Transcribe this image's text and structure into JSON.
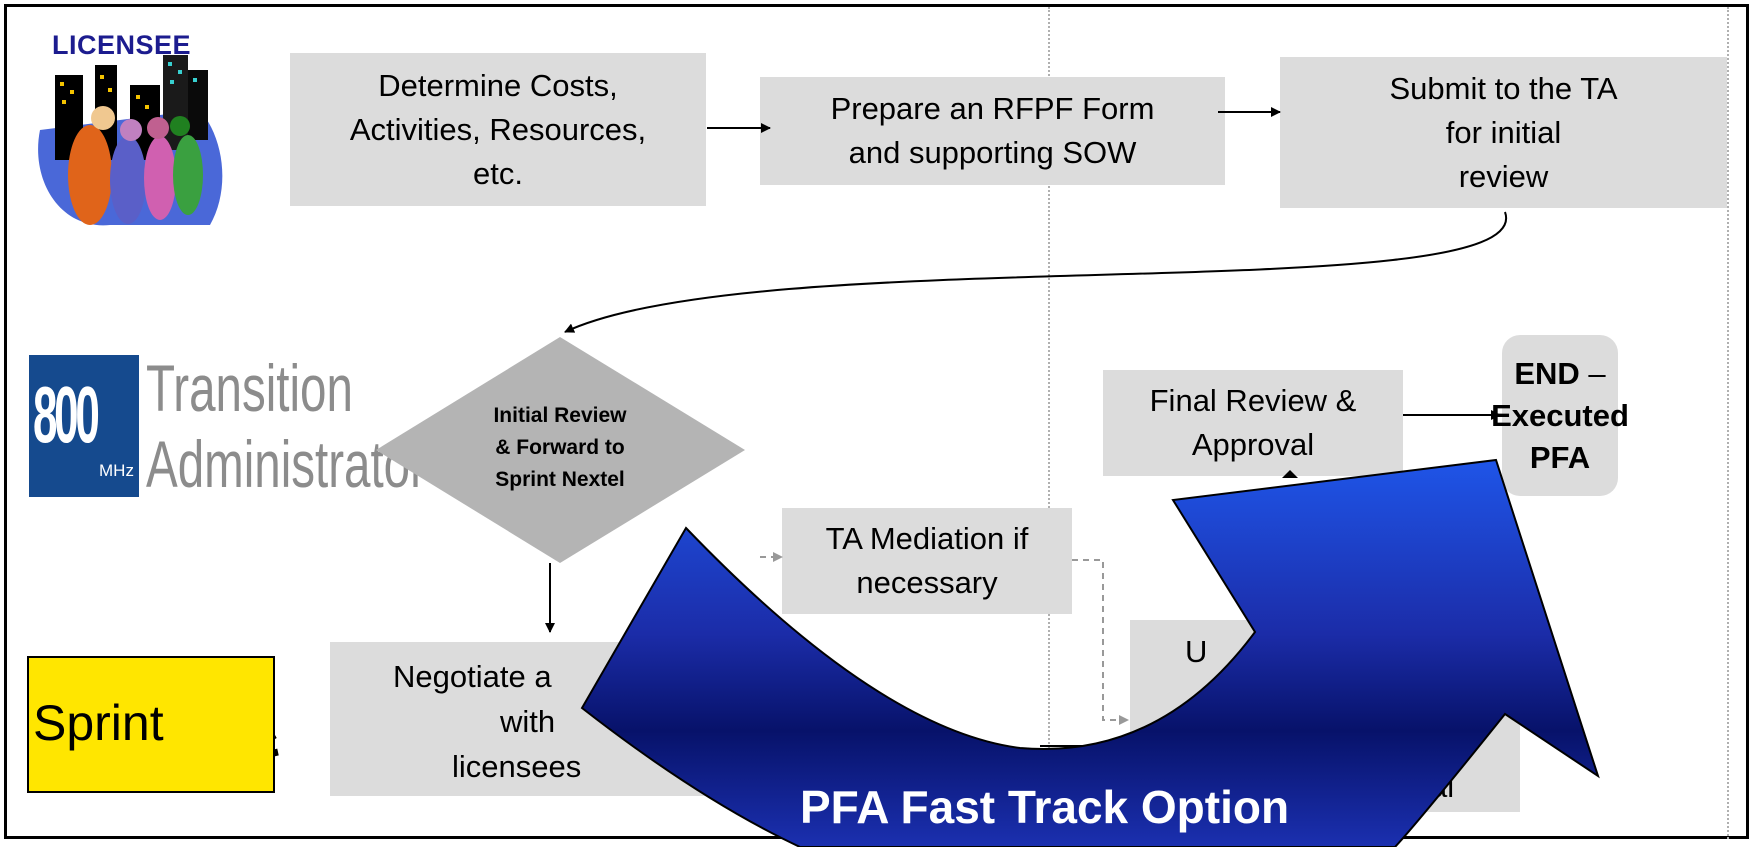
{
  "lanes": {
    "licensee": {
      "label": "LICENSEE"
    },
    "transition_administrator": {
      "line1": "Transition",
      "line2": "Administrator",
      "badge_number": "800",
      "badge_unit": "MHz"
    },
    "sprint": {
      "brand": "Sprint"
    }
  },
  "steps": {
    "determine_costs": "Determine Costs,\nActivities, Resources,\netc.",
    "prepare_rfpf": "Prepare an RFPF Form\nand supporting SOW",
    "submit_to_ta": "Submit to the TA\nfor initial\nreview",
    "initial_review": "Initial Review\n& Forward to\nSprint Nextel",
    "ta_mediation": "TA Mediation if\nnecessary",
    "final_review": "Final Review &\nApproval",
    "negotiate_visible": "Negotiate a",
    "negotiate_with": "with",
    "negotiate_licensees": "licensees",
    "partial_top": "U",
    "partial_bottom": "al"
  },
  "end_node": {
    "line1": "END",
    "dash": " –",
    "line2": "Executed",
    "line3": "PFA"
  },
  "overlay": {
    "fast_track_label": "PFA Fast Track Option",
    "arrow_color": "#1428a8"
  }
}
